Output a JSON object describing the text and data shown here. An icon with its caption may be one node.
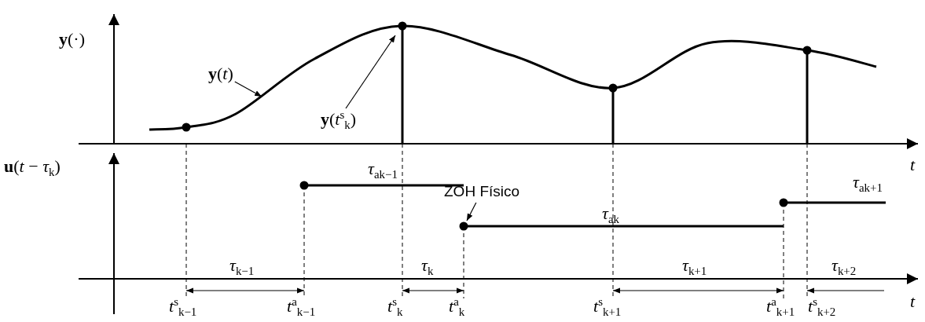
{
  "diagram": {
    "nodes": [
      {
        "text": [
          "**y**(*t*)"
        ]
      },
      {
        "text": [
          "**y**(*t*$^{s}$$_{k}$)"
        ]
      },
      {
        "text": [
          "ZOH Físico"
        ]
      }
    ],
    "edges": [
      {
        "from": 0,
        "to": null,
        "arrow": "to"
      },
      {
        "from": 1,
        "to": null,
        "arrow": "to"
      },
      {
        "from": 2,
        "to": null,
        "arrow": "to"
      }
    ],
    "labels": [
      "**y**(·)",
      "*t*",
      "**u**(*t* − *τ*$_{k}$)",
      "*τ*$_{ak−1}$",
      "*τ*$_{ak+1}$",
      "*τ*$_{ak}$",
      "*τ*$_{k−1}$",
      "*τ*$_{k}$",
      "*τ*$_{k+1}$",
      "*τ*$_{k+2}$",
      "*t*$^{s}$$_{k−1}$",
      "*t*$^{a}$$_{k−1}$",
      "*t*$^{s}$$_{k}$",
      "*t*$^{a}$$_{k}$",
      "*t*$^{s}$$_{k+1}$",
      "*t*$^{a}$$_{k+1}$",
      "*t*$^{s}$$_{k+2}$",
      "*t*"
    ]
  }
}
